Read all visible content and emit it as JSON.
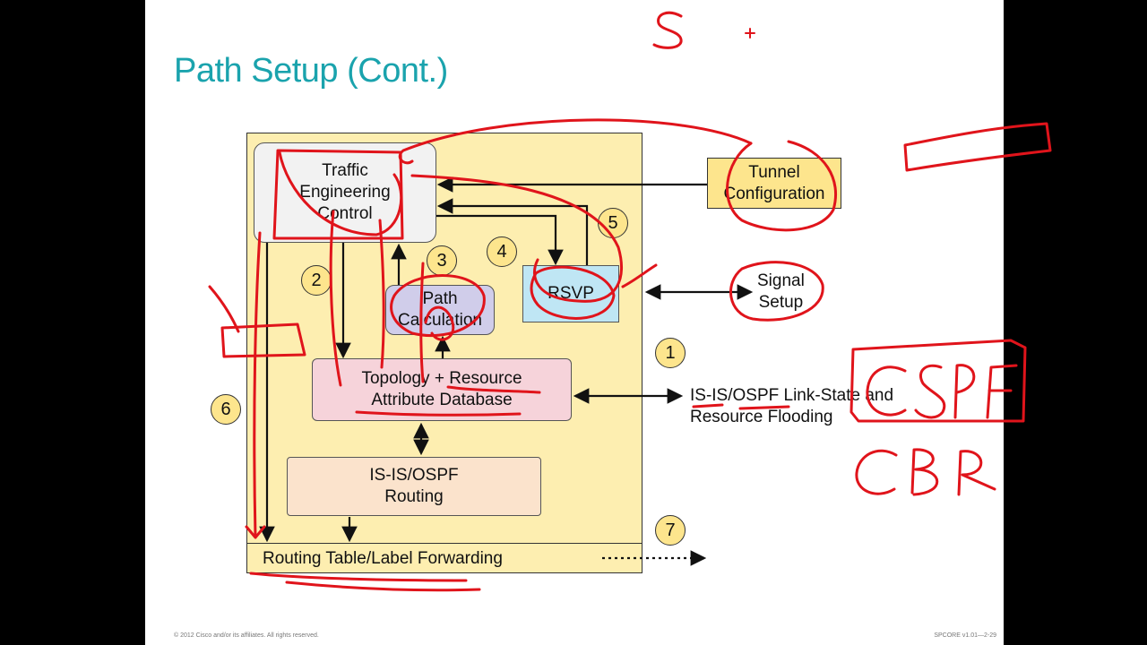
{
  "title": "Path Setup (Cont.)",
  "footer": {
    "copyright": "© 2012 Cisco and/or its affiliates. All rights reserved.",
    "course": "SPCORE v1.01—2-29"
  },
  "nodes": {
    "traffic_engineering_control": "Traffic\nEngineering\nControl",
    "path_calculation": "Path\nCalculation",
    "rsvp": "RSVP",
    "topology_database": "Topology + Resource\nAttribute Database",
    "isis_ospf_routing": "IS-IS/OSPF\nRouting",
    "tunnel_configuration": "Tunnel\nConfiguration",
    "signal_setup": "Signal\nSetup",
    "flooding": "IS-IS/OSPF Link-State and\nResource Flooding",
    "routing_table": "Routing Table/Label Forwarding"
  },
  "steps": [
    "1",
    "2",
    "3",
    "4",
    "5",
    "6",
    "7"
  ],
  "annotations": {
    "handwritten": [
      "S",
      "+",
      "CSPF",
      "CBR"
    ],
    "ink_color": "#e0141b"
  }
}
